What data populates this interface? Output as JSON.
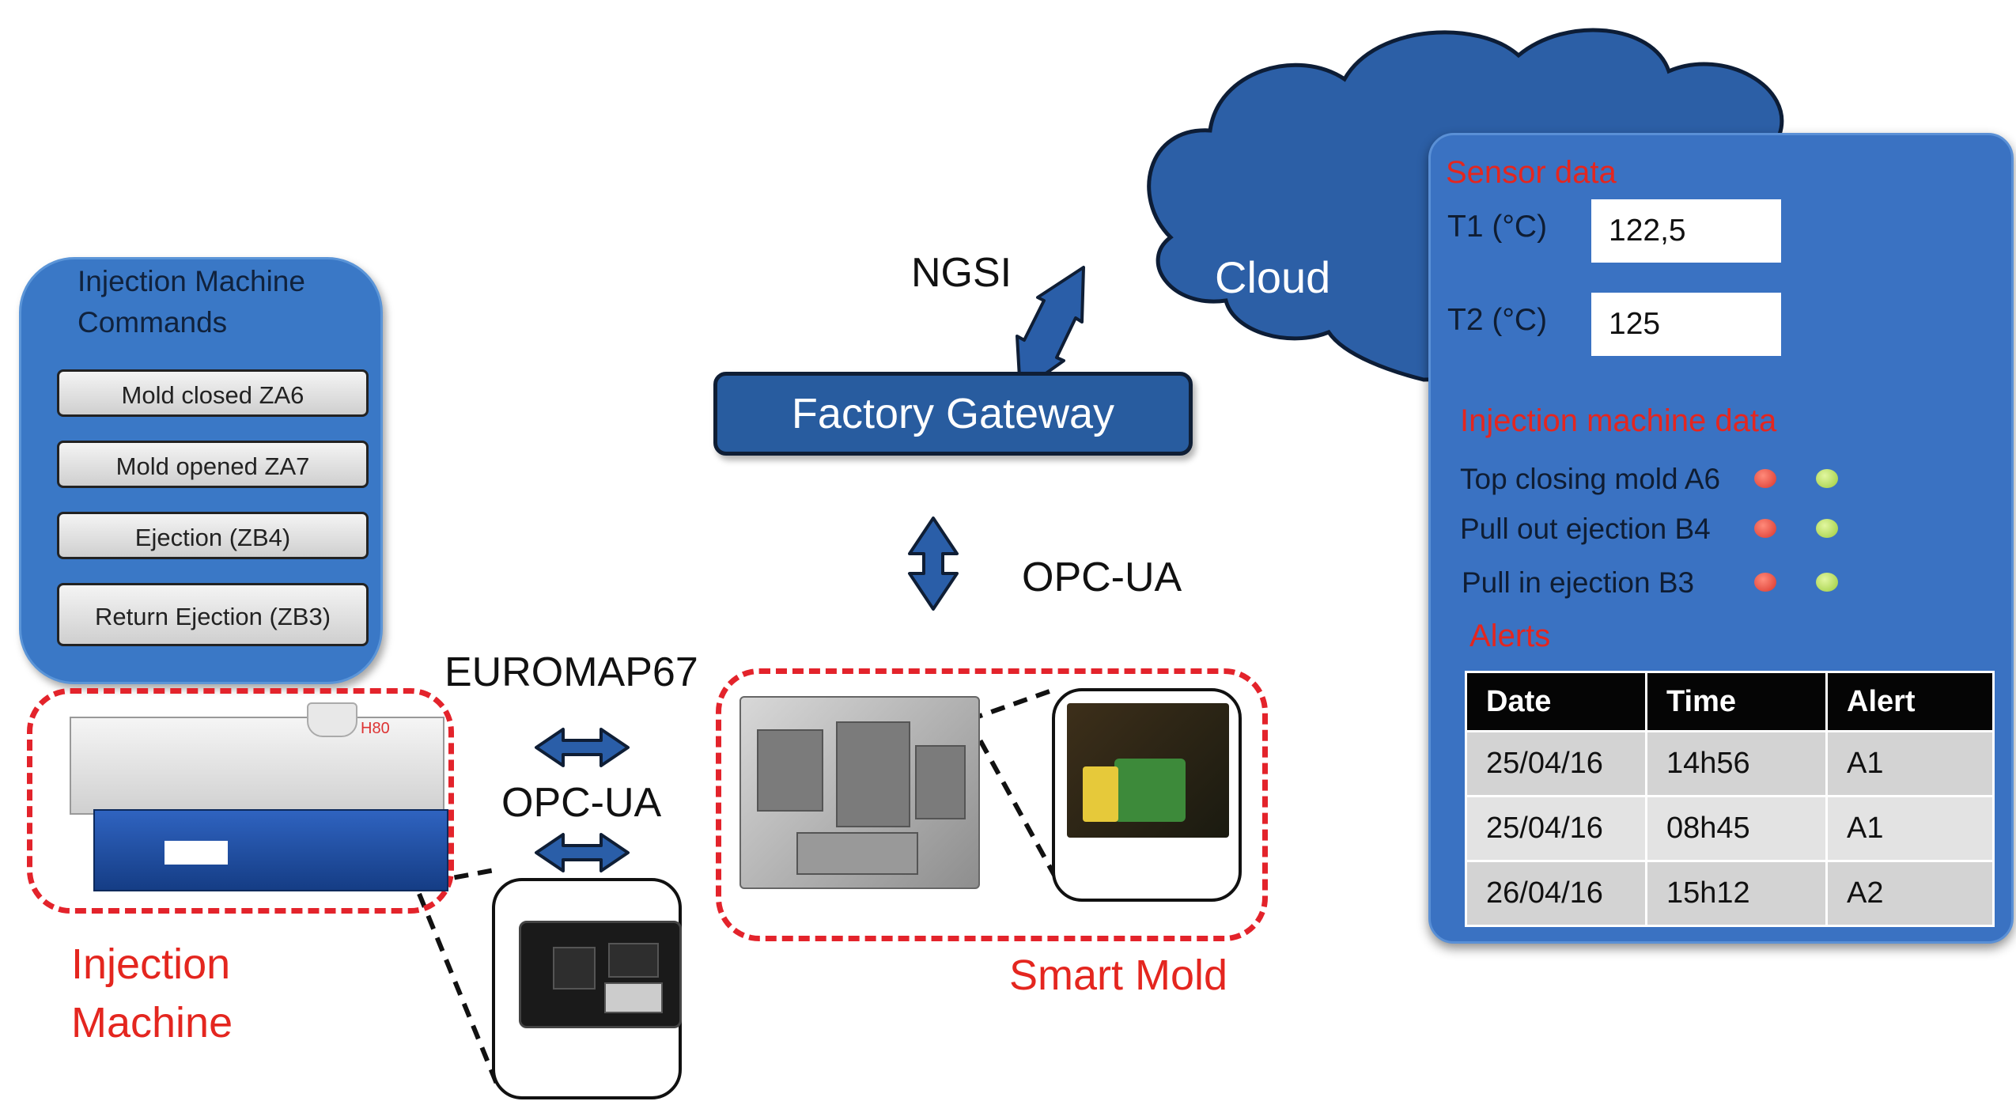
{
  "commands": {
    "title_line1": "Injection Machine",
    "title_line2": "Commands",
    "buttons": [
      "Mold closed ZA6",
      "Mold opened ZA7",
      "Ejection (ZB4)",
      "Return Ejection (ZB3)"
    ]
  },
  "labels": {
    "injection_machine_line1": "Injection",
    "injection_machine_line2": "Machine",
    "smart_mold": "Smart Mold",
    "euromap": "EUROMAP67",
    "opcua_left": "OPC-UA",
    "opcua_center": "OPC-UA",
    "ngsi": "NGSI",
    "factory_gateway": "Factory Gateway",
    "cloud": "Cloud",
    "machine_model": "H80"
  },
  "dashboard": {
    "sensor_title": "Sensor data",
    "sensors": [
      {
        "label": "T1 (°C)",
        "value": "122,5"
      },
      {
        "label": "T2 (°C)",
        "value": "125"
      }
    ],
    "machine_title": "Injection machine data",
    "machine_items": [
      "Top closing mold A6",
      "Pull out ejection B4",
      "Pull in ejection B3"
    ],
    "alerts_title": "Alerts",
    "alerts_headers": [
      "Date",
      "Time",
      "Alert"
    ],
    "alerts_rows": [
      [
        "25/04/16",
        "14h56",
        "A1"
      ],
      [
        "25/04/16",
        "08h45",
        "A1"
      ],
      [
        "26/04/16",
        "15h12",
        "A2"
      ]
    ]
  },
  "colors": {
    "panel_blue": "#3a72c2",
    "gateway_blue": "#285c9f",
    "cloud_blue": "#2c5fa6",
    "alert_red": "#e4261f",
    "status_red": "#d9352b",
    "status_green": "#9ccb3c"
  }
}
